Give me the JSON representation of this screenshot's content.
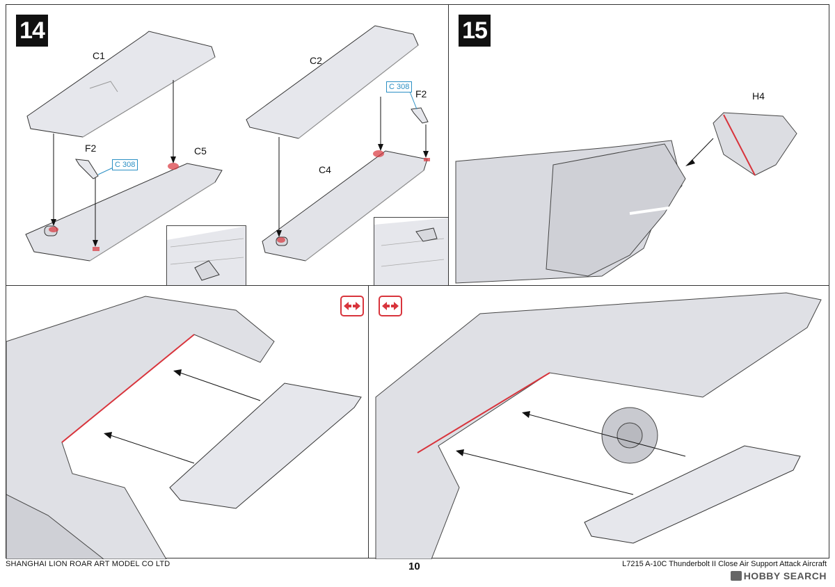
{
  "steps": {
    "step14": {
      "number": "14",
      "labels": {
        "c1": "C1",
        "c2": "C2",
        "c4": "C4",
        "c5": "C5",
        "f2_left": "F2",
        "f2_right": "F2"
      },
      "cement_left": "C 308",
      "cement_right": "C 308"
    },
    "step15": {
      "number": "15",
      "labels": {
        "h4": "H4"
      }
    }
  },
  "symmetry_icon": "double-arrow-icon",
  "accent_color": "#d8343c",
  "cement_color": "#2a8fc4",
  "footer": {
    "company": "SHANGHAI LION ROAR ART MODEL CO LTD",
    "page_number": "10",
    "product": "L7215 A-10C Thunderbolt II Close Air Support Attack Aircraft",
    "watermark": "HOBBY SEARCH"
  }
}
